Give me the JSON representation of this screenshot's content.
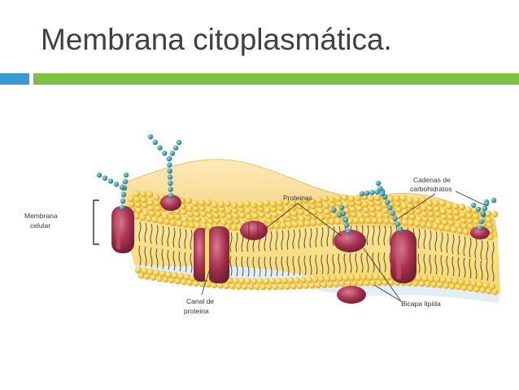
{
  "slide": {
    "title": "Membrana citoplasmática."
  },
  "diagram": {
    "labels": {
      "membrana": [
        "Membrana",
        "celular"
      ],
      "proteinas": "Proteinas",
      "cadenas": [
        "Cadenas de",
        "carbohidratos"
      ],
      "canal": [
        "Canal de",
        "proteina"
      ],
      "bicapa": "Bicapa lípida"
    }
  },
  "colors": {
    "title_text": "#404040",
    "accent_blue": "#3a98d4",
    "accent_green": "#7dc142",
    "lipid_head": "#f2c94c",
    "lipid_core": "#fbe79a",
    "protein": "#a8324f",
    "carbohydrate": "#2e8ea7"
  }
}
